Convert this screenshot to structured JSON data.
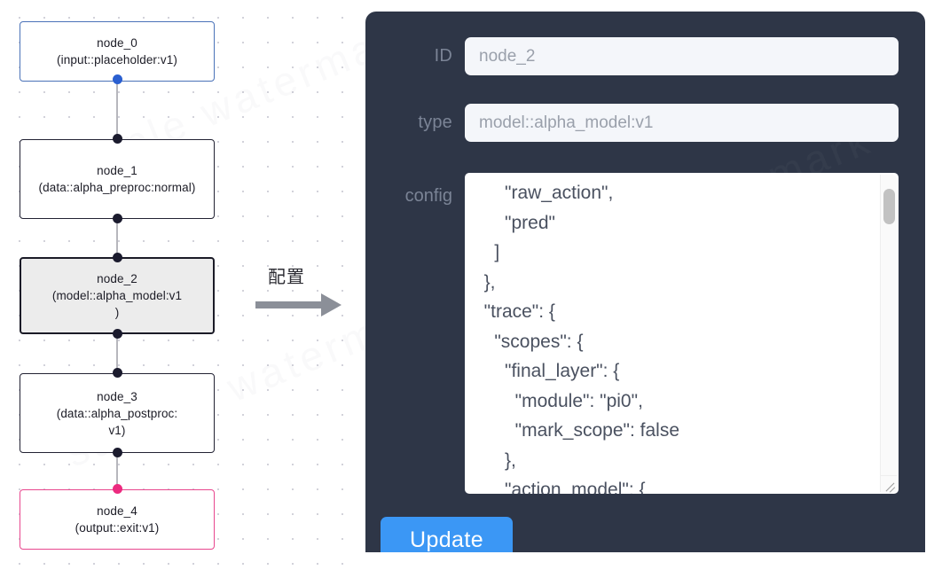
{
  "graph": {
    "name": "pipeline-graph",
    "nodes": [
      {
        "id": "node_0",
        "label": "node_0\n(input::placeholder:v1)",
        "kind": "input",
        "selected": false
      },
      {
        "id": "node_1",
        "label": "node_1\n(data::alpha_preproc:normal)",
        "kind": "default",
        "selected": false
      },
      {
        "id": "node_2",
        "label": "node_2\n(model::alpha_model:v1\n)",
        "kind": "default",
        "selected": true
      },
      {
        "id": "node_3",
        "label": "node_3\n(data::alpha_postproc:\nv1)",
        "kind": "default",
        "selected": false
      },
      {
        "id": "node_4",
        "label": "node_4\n(output::exit:v1)",
        "kind": "output",
        "selected": false
      }
    ],
    "colors": {
      "input_border": "#4a72b8",
      "output_border": "#e8478e",
      "default_border": "#222233",
      "selected_fill": "#ececec",
      "edge": "#b7b7bd",
      "port": "#1b1b2e",
      "port_input": "#2a5fd0",
      "port_output": "#ec2a7f"
    }
  },
  "arrow": {
    "label": "配置",
    "name": "configure-arrow"
  },
  "panel": {
    "accent": "#3b97f5",
    "background": "#2e3647",
    "fields": [
      {
        "label": "ID",
        "value": "node_2"
      },
      {
        "label": "type",
        "value": "model::alpha_model:v1"
      }
    ],
    "config": {
      "label": "config",
      "value": "      \"raw_action\",\n      \"pred\"\n    ]\n  },\n  \"trace\": {\n    \"scopes\": {\n      \"final_layer\": {\n        \"module\": \"pi0\",\n        \"mark_scope\": false\n      },\n      \"action_model\": {"
    },
    "update_label": "Update"
  },
  "watermark": {
    "text": "sample watermark"
  }
}
